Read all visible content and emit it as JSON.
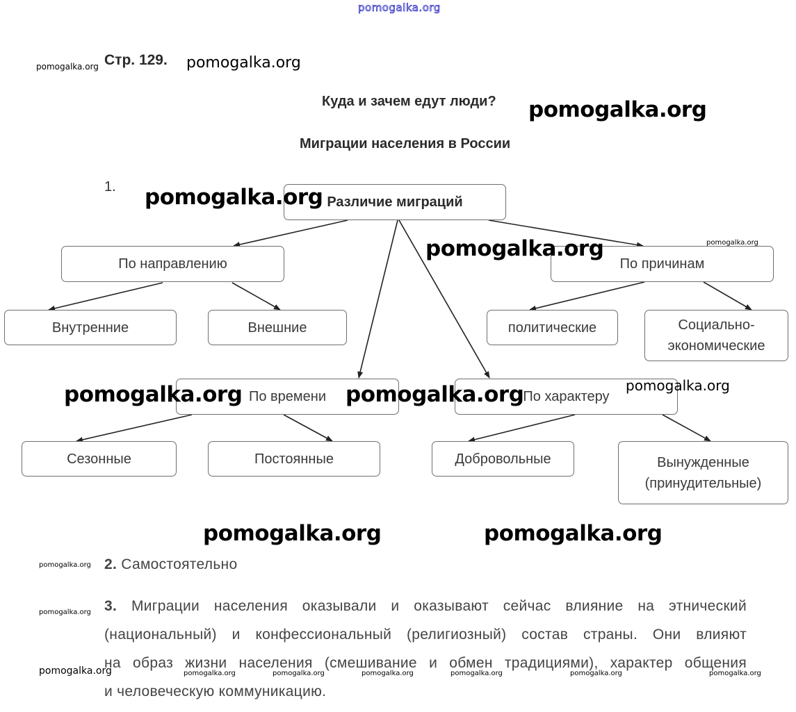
{
  "watermarks": {
    "site": "pomogalka.org"
  },
  "header": {
    "page_ref": "Стр. 129.",
    "title": "Куда и зачем едут люди?",
    "subtitle": "Миграции населения в России"
  },
  "task1": {
    "number": "1.",
    "diagram": {
      "root": "Различие миграций",
      "categories": [
        {
          "label": "По направлению",
          "children": [
            "Внутренние",
            "Внешние"
          ]
        },
        {
          "label": "По причинам",
          "children": [
            "политические",
            "Социально-\nэкономические"
          ]
        },
        {
          "label": "По времени",
          "children": [
            "Сезонные",
            "Постоянные"
          ]
        },
        {
          "label": "По характеру",
          "children": [
            "Добровольные",
            "Вынужденные\n(принудительные)"
          ]
        }
      ]
    }
  },
  "task2": {
    "number": "2.",
    "text": "Самостоятельно"
  },
  "task3": {
    "number": "3.",
    "lines": [
      "Миграции населения оказывали и оказывают сейчас влияние на этнический",
      "(национальный) и конфессиональный (религиозный) состав страны. Они влияют",
      "на образ жизни населения (смешивание и обмен традициями), характер общения",
      "и человеческую коммуникацию."
    ]
  }
}
